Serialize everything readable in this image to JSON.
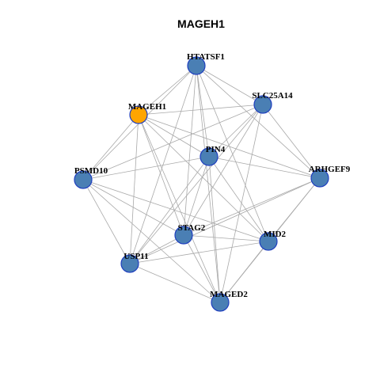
{
  "title": "MAGEH1",
  "colors": {
    "node_default": "#4a7fb4",
    "node_highlight": "#ffa500",
    "node_border": "#1f3fbf",
    "edge": "#a9a9a9"
  },
  "nodes": [
    {
      "id": "HTATSF1",
      "label": "HTATSF1",
      "highlight": false
    },
    {
      "id": "SLC25A14",
      "label": "SLC25A14",
      "highlight": false
    },
    {
      "id": "MAGEH1",
      "label": "MAGEH1",
      "highlight": true
    },
    {
      "id": "PIN4",
      "label": "PIN4",
      "highlight": false
    },
    {
      "id": "PSMD10",
      "label": "PSMD10",
      "highlight": false
    },
    {
      "id": "ARHGEF9",
      "label": "ARHGEF9",
      "highlight": false
    },
    {
      "id": "STAG2",
      "label": "STAG2",
      "highlight": false
    },
    {
      "id": "MID2",
      "label": "MID2",
      "highlight": false
    },
    {
      "id": "USP11",
      "label": "USP11",
      "highlight": false
    },
    {
      "id": "MAGED2",
      "label": "MAGED2",
      "highlight": false
    }
  ],
  "edges": [
    [
      "HTATSF1",
      "MAGEH1"
    ],
    [
      "HTATSF1",
      "SLC25A14"
    ],
    [
      "HTATSF1",
      "PIN4"
    ],
    [
      "HTATSF1",
      "PSMD10"
    ],
    [
      "HTATSF1",
      "ARHGEF9"
    ],
    [
      "HTATSF1",
      "STAG2"
    ],
    [
      "HTATSF1",
      "MID2"
    ],
    [
      "HTATSF1",
      "USP11"
    ],
    [
      "HTATSF1",
      "MAGED2"
    ],
    [
      "SLC25A14",
      "MAGEH1"
    ],
    [
      "SLC25A14",
      "PIN4"
    ],
    [
      "SLC25A14",
      "PSMD10"
    ],
    [
      "SLC25A14",
      "ARHGEF9"
    ],
    [
      "SLC25A14",
      "STAG2"
    ],
    [
      "SLC25A14",
      "USP11"
    ],
    [
      "SLC25A14",
      "MAGED2"
    ],
    [
      "MAGEH1",
      "PIN4"
    ],
    [
      "MAGEH1",
      "PSMD10"
    ],
    [
      "MAGEH1",
      "STAG2"
    ],
    [
      "MAGEH1",
      "MID2"
    ],
    [
      "MAGEH1",
      "USP11"
    ],
    [
      "MAGEH1",
      "MAGED2"
    ],
    [
      "MAGEH1",
      "ARHGEF9"
    ],
    [
      "PIN4",
      "PSMD10"
    ],
    [
      "PIN4",
      "ARHGEF9"
    ],
    [
      "PIN4",
      "STAG2"
    ],
    [
      "PIN4",
      "MID2"
    ],
    [
      "PIN4",
      "USP11"
    ],
    [
      "PIN4",
      "MAGED2"
    ],
    [
      "PSMD10",
      "STAG2"
    ],
    [
      "PSMD10",
      "MID2"
    ],
    [
      "PSMD10",
      "USP11"
    ],
    [
      "PSMD10",
      "MAGED2"
    ],
    [
      "ARHGEF9",
      "STAG2"
    ],
    [
      "ARHGEF9",
      "MID2"
    ],
    [
      "ARHGEF9",
      "USP11"
    ],
    [
      "ARHGEF9",
      "MAGED2"
    ],
    [
      "STAG2",
      "MID2"
    ],
    [
      "STAG2",
      "USP11"
    ],
    [
      "STAG2",
      "MAGED2"
    ],
    [
      "MID2",
      "USP11"
    ],
    [
      "MID2",
      "MAGED2"
    ],
    [
      "USP11",
      "MAGED2"
    ]
  ]
}
